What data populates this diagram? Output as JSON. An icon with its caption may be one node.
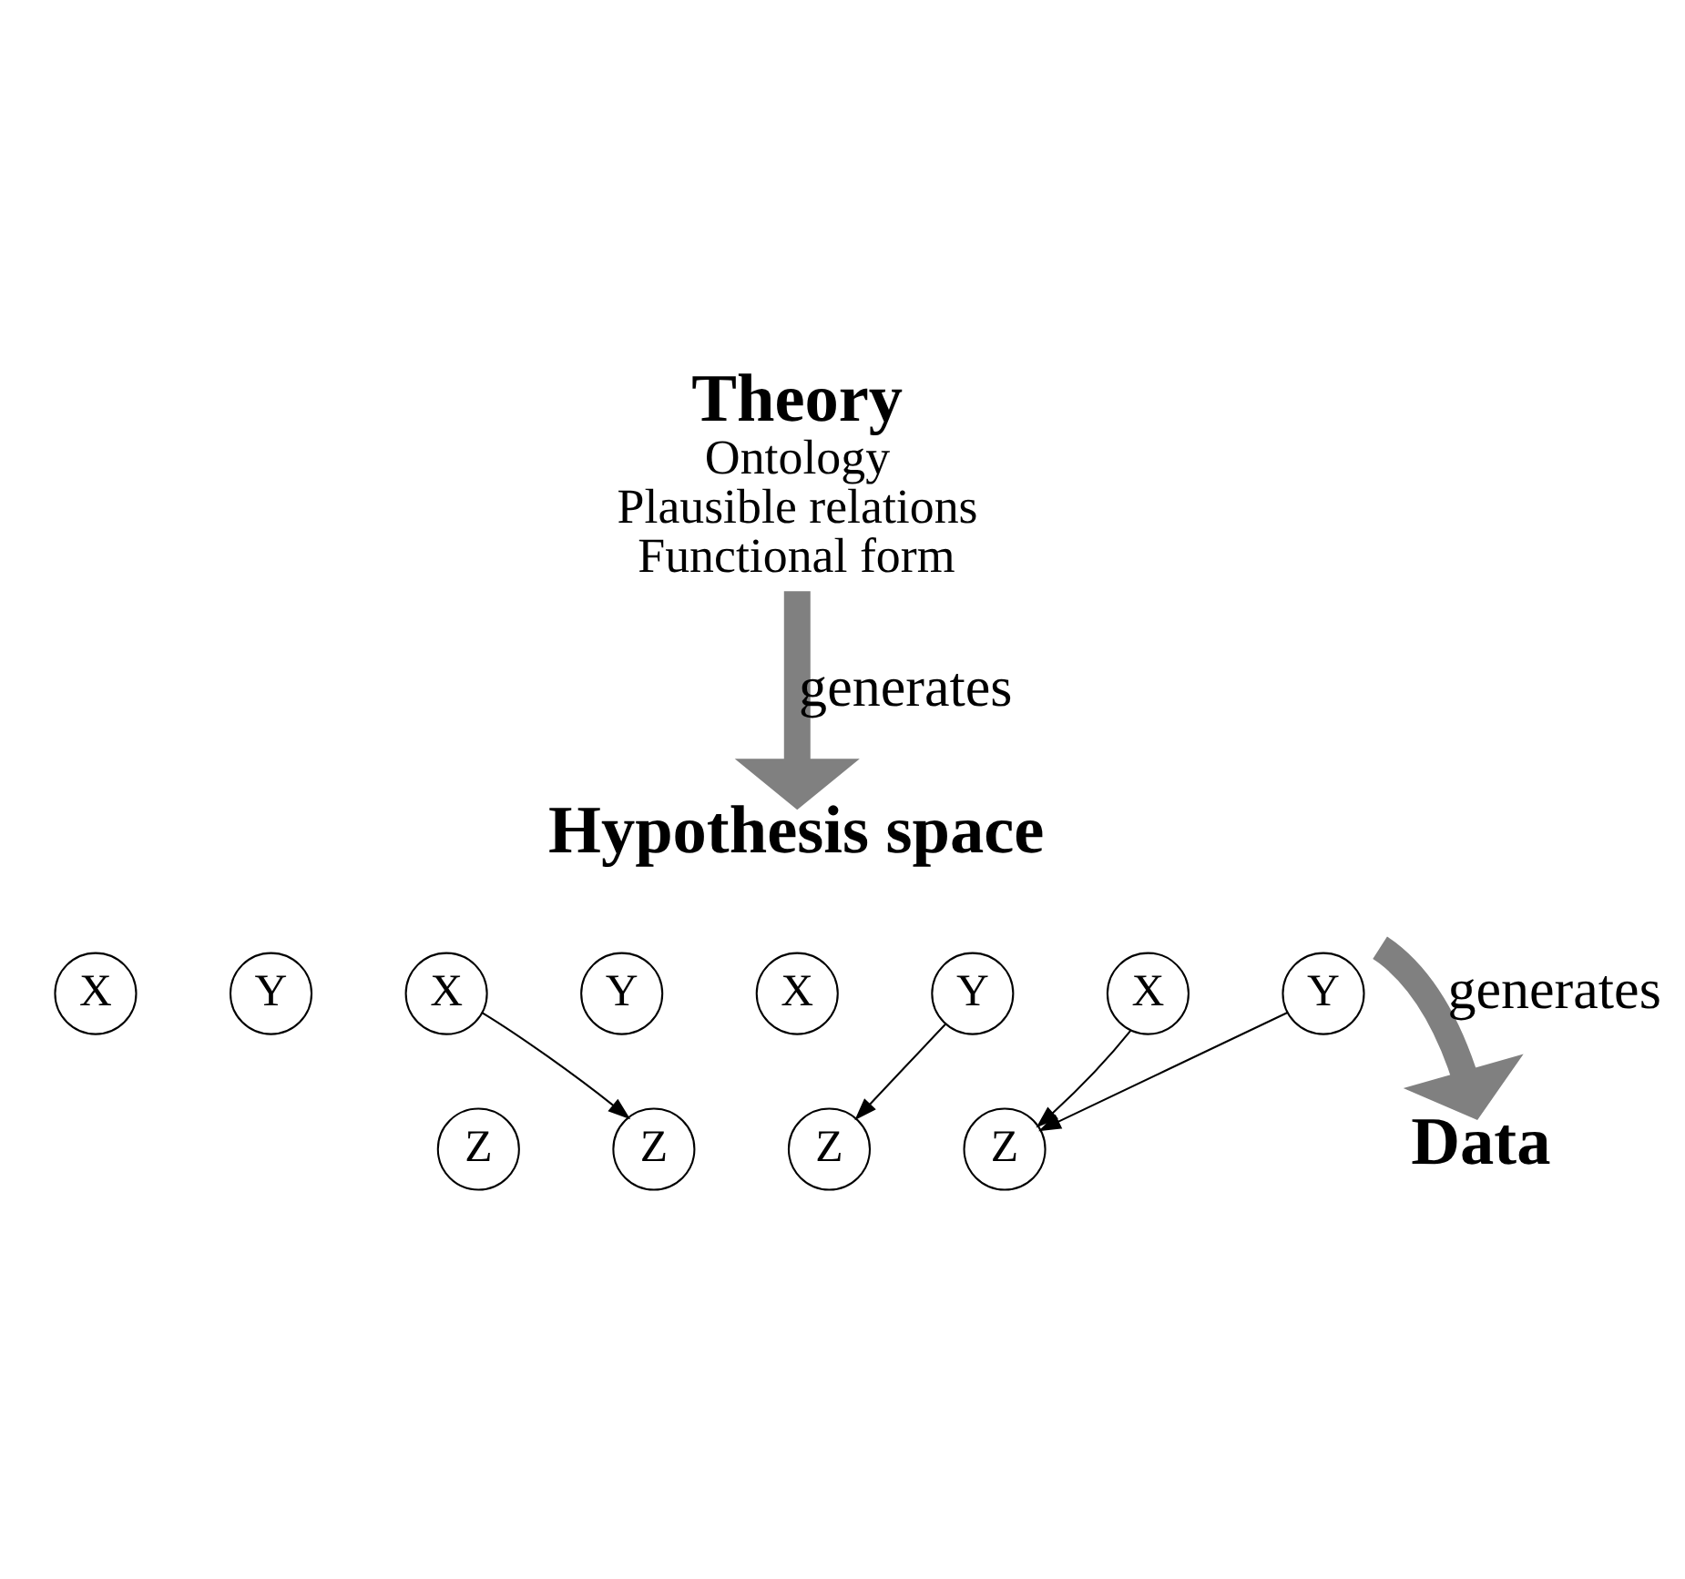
{
  "diagram": {
    "nodes": [
      {
        "text": [
          "Theory",
          "Ontology",
          "Plausible relations",
          "Functional form"
        ]
      },
      {
        "text": [
          "Hypothesis space"
        ]
      },
      {
        "text": [
          "X"
        ]
      },
      {
        "text": [
          "Y"
        ]
      },
      {
        "text": [
          "X"
        ]
      },
      {
        "text": [
          "Y"
        ]
      },
      {
        "text": [
          "X"
        ]
      },
      {
        "text": [
          "Y"
        ]
      },
      {
        "text": [
          "X"
        ]
      },
      {
        "text": [
          "Y"
        ]
      },
      {
        "text": [
          "Z"
        ]
      },
      {
        "text": [
          "Z"
        ]
      },
      {
        "text": [
          "Z"
        ]
      },
      {
        "text": [
          "Z"
        ]
      },
      {
        "text": [
          "Data"
        ]
      }
    ],
    "edges": [
      {
        "from": 0,
        "to": 1,
        "arrow": "to",
        "label": "generates",
        "style": "thick",
        "color": "#808080"
      },
      {
        "from": 4,
        "to": 11,
        "arrow": "to"
      },
      {
        "from": 7,
        "to": 12,
        "arrow": "to"
      },
      {
        "from": 8,
        "to": 13,
        "arrow": "to"
      },
      {
        "from": 9,
        "to": 13,
        "arrow": "to"
      },
      {
        "from": 1,
        "to": 14,
        "arrow": "to",
        "label": "generates",
        "style": "thick",
        "color": "#808080"
      }
    ]
  }
}
